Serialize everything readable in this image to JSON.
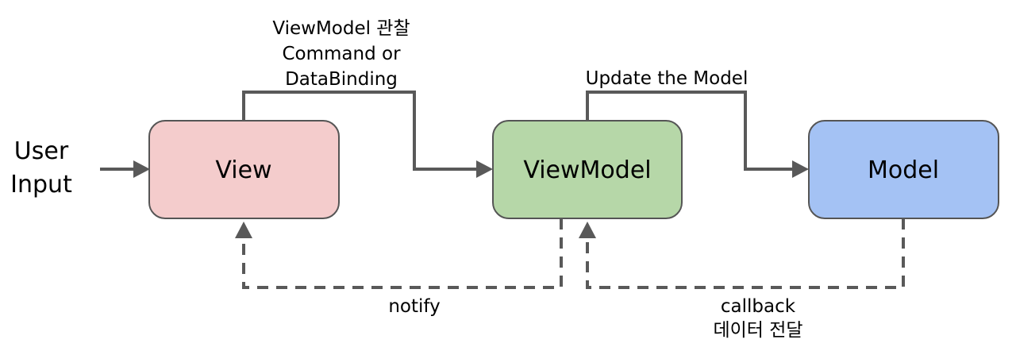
{
  "user_input": {
    "line1": "User",
    "line2": "Input"
  },
  "nodes": {
    "view": {
      "label": "View",
      "color": "#f4cccc"
    },
    "viewmodel": {
      "label": "ViewModel",
      "color": "#b6d7a8"
    },
    "model": {
      "label": "Model",
      "color": "#a4c2f4"
    }
  },
  "edges": {
    "observe": {
      "line1": "ViewModel 관찰",
      "line2": "Command or",
      "line3": "DataBinding"
    },
    "update": {
      "label": "Update the Model"
    },
    "notify": {
      "label": "notify"
    },
    "callback": {
      "line1": "callback",
      "line2": "데이터 전달"
    }
  },
  "colors": {
    "line": "#595959",
    "box_border": "#555555"
  }
}
